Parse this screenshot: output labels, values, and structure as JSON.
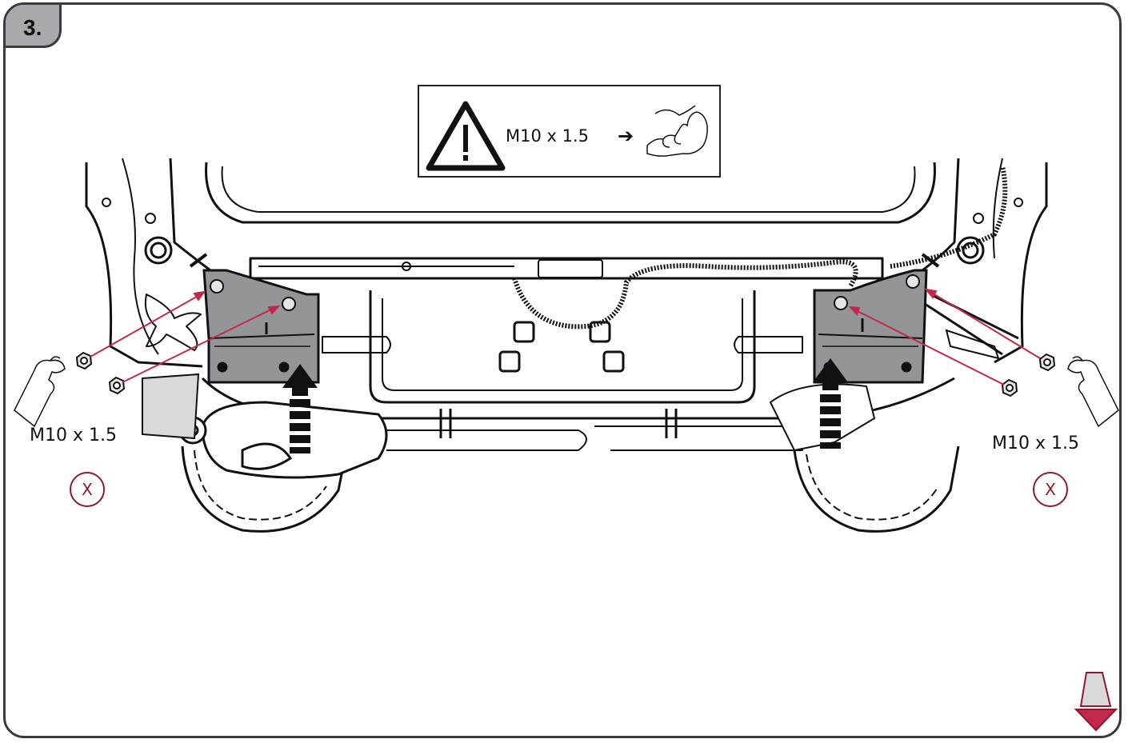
{
  "step": {
    "number": "3."
  },
  "warning": {
    "icon": "warning-triangle-icon",
    "thread_spec": "M10 x 1.5",
    "arrow": "➔",
    "hand_icon": "hand-tighten-icon"
  },
  "fasteners": {
    "left_label": "M10 x 1.5",
    "right_label": "M10 x 1.5"
  },
  "markers": {
    "left": "X",
    "right": "X"
  },
  "colors": {
    "accent": "#c1284a",
    "frame": "#3a3a3a",
    "bracket": "#939598",
    "step_tab": "#a7a9ac",
    "marker": "#8b1a2b"
  }
}
